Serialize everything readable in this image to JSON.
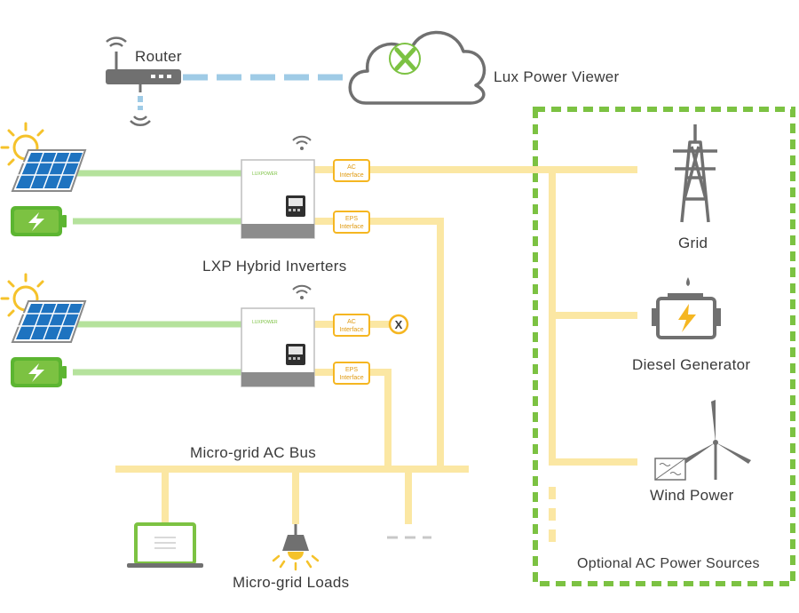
{
  "labels": {
    "router": "Router",
    "cloud": "Lux Power Viewer",
    "inverters": "LXP Hybrid Inverters",
    "grid": "Grid",
    "diesel": "Diesel Generator",
    "wind": "Wind Power",
    "bus": "Micro-grid AC Bus",
    "loads": "Micro-grid Loads",
    "optional": "Optional AC Power Sources"
  },
  "interfaces": {
    "ac_line1": "AC",
    "ac_line2": "Interface",
    "eps_line1": "EPS",
    "eps_line2": "Interface"
  },
  "inverter_brand": "LUXPOWER",
  "disconnect_symbol": "X",
  "colors": {
    "ac_line": "#fbe7a3",
    "dc_line": "#b5e29c",
    "dashed_border": "#7cc242",
    "interface_border": "#f5b621",
    "interface_text": "#e09a10",
    "router_link": "#9fcbe6",
    "icon_gray": "#707070",
    "text": "#3a3a3a"
  }
}
